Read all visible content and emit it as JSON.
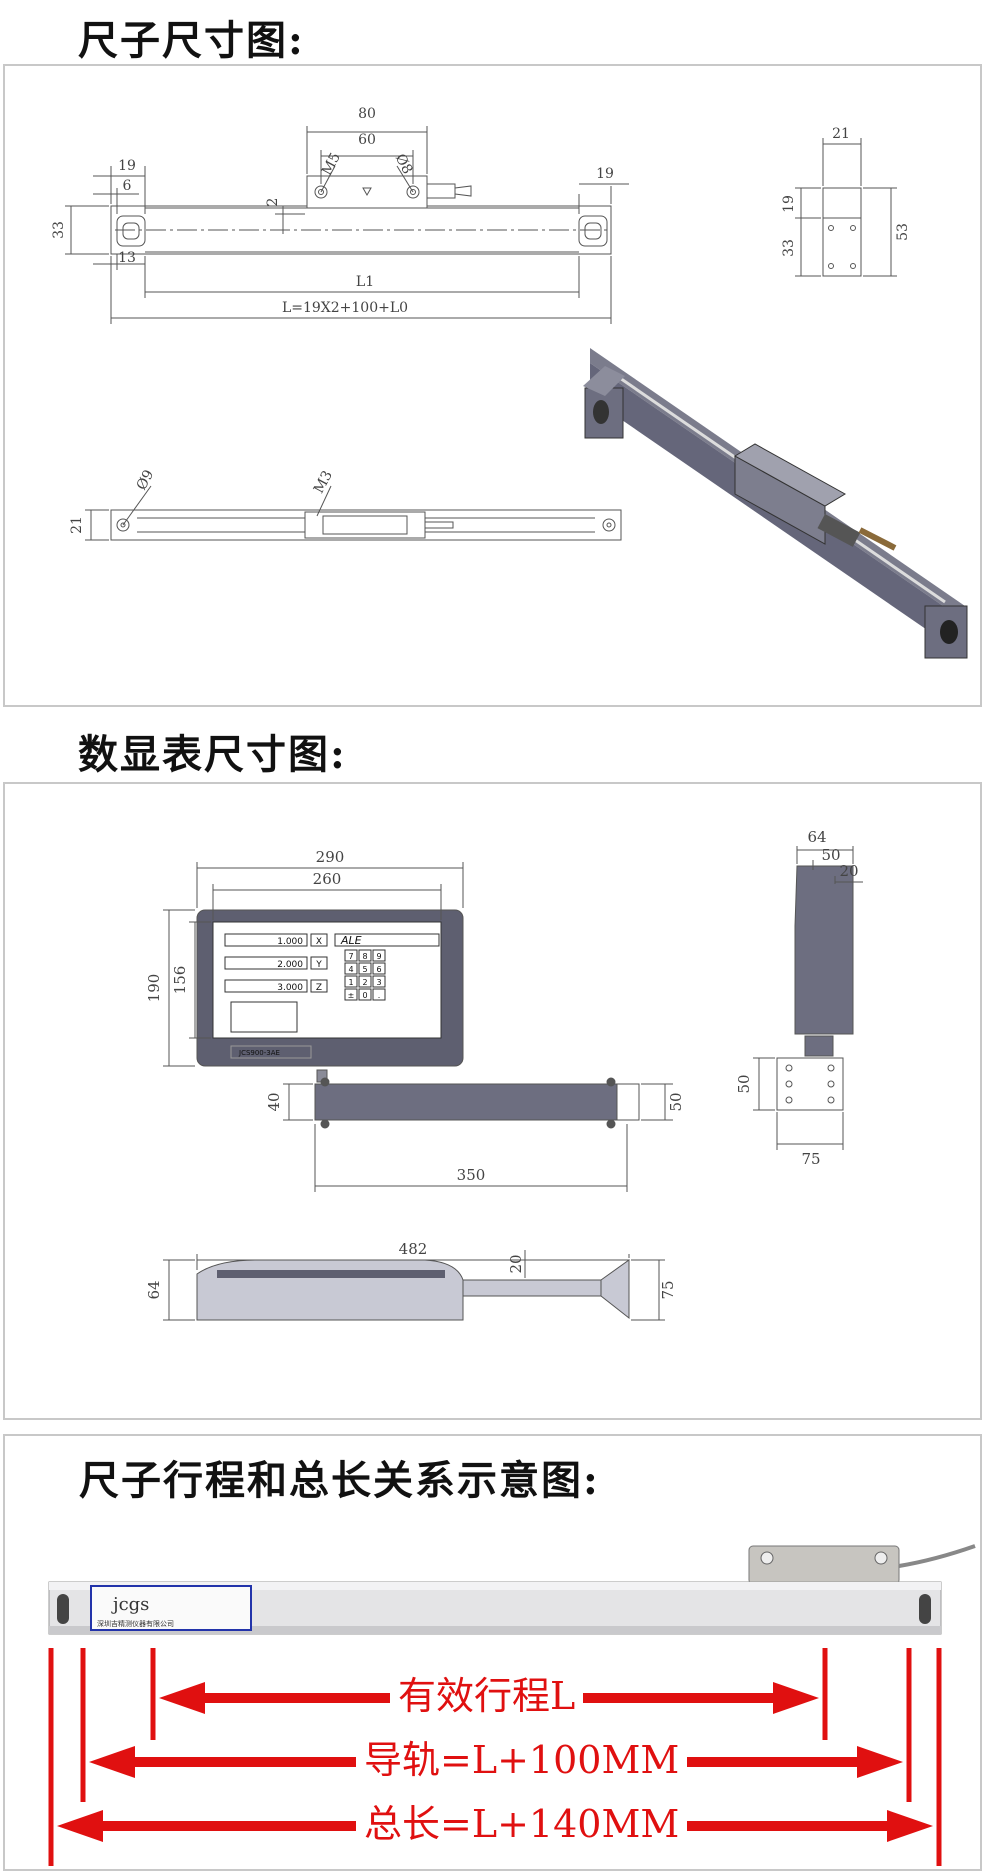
{
  "headings": {
    "ruler": "尺子尺寸图:",
    "display": "数显表尺寸图:",
    "relation": "尺子行程和总长关系示意图:"
  },
  "ruler_dims": {
    "d80": "80",
    "d60": "60",
    "m5": "M5",
    "phi8": "Ø8",
    "d19_left": "19",
    "d6": "6",
    "d19_right": "19",
    "d2": "2",
    "d33": "33",
    "d13": "13",
    "l1": "L1",
    "l_formula": "L=19X2+100+L0",
    "side_21": "21",
    "side_19": "19",
    "side_33": "33",
    "side_53": "53",
    "phi9": "Ø9",
    "m3": "M3",
    "bottom_21": "21"
  },
  "display_dims": {
    "d290": "290",
    "d260": "260",
    "d190": "190",
    "d156": "156",
    "d40": "40",
    "d50": "50",
    "d350": "350",
    "side_64": "64",
    "side_50": "50",
    "side_20": "20",
    "side_50b": "50",
    "side_75": "75",
    "top_482": "482",
    "top_20": "20",
    "top_64": "64",
    "top_75": "75"
  },
  "screen": {
    "val1": "1.000",
    "val2": "2.000",
    "val3": "3.000",
    "axis_x": "X",
    "axis_y": "Y",
    "axis_z": "Z",
    "ale": "ALE",
    "model": "JCS900-3AE",
    "keys": [
      "7",
      "8",
      "9",
      "4",
      "5",
      "6",
      "1",
      "2",
      "3",
      "±",
      "0",
      "."
    ]
  },
  "relation": {
    "brand": "jcgs",
    "company": "深圳吉精测仪器有限公司",
    "label_l": "有效行程L",
    "label_rail": "导轨=L+100MM",
    "label_total": "总长=L+140MM"
  },
  "colors": {
    "arrow": "#e01010",
    "body": "#6e6f7e",
    "line": "#555555"
  }
}
